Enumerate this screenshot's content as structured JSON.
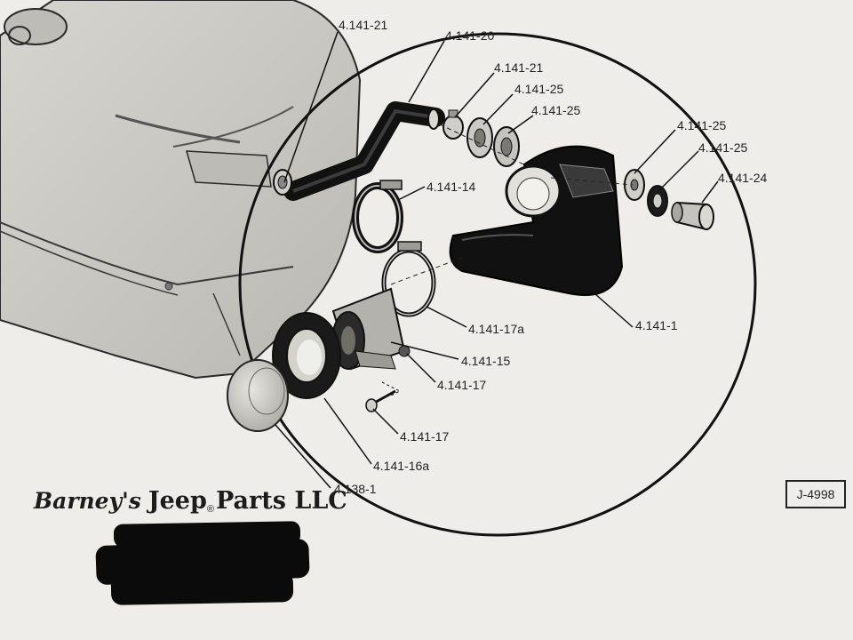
{
  "diagram": {
    "callouts": [
      {
        "id": "c1",
        "label": "4.141-21"
      },
      {
        "id": "c2",
        "label": "4.141-20"
      },
      {
        "id": "c3",
        "label": "4.141-21"
      },
      {
        "id": "c4",
        "label": "4.141-25"
      },
      {
        "id": "c5",
        "label": "4.141-25"
      },
      {
        "id": "c6",
        "label": "4.141-25"
      },
      {
        "id": "c7",
        "label": "4.141-25"
      },
      {
        "id": "c8",
        "label": "4.141-24"
      },
      {
        "id": "c9",
        "label": "4.141-14"
      },
      {
        "id": "c10",
        "label": "4.141-1"
      },
      {
        "id": "c11",
        "label": "4.141-17a"
      },
      {
        "id": "c12",
        "label": "4.141-15"
      },
      {
        "id": "c13",
        "label": "4.141-17"
      },
      {
        "id": "c14",
        "label": "4.141-17"
      },
      {
        "id": "c15",
        "label": "4.141-16a"
      },
      {
        "id": "c16",
        "label": "4.138-1"
      }
    ],
    "figure_id": "J-4998"
  },
  "footer": {
    "brand_part1": "Barney's",
    "brand_part2": "Jeep",
    "registered_mark": "®",
    "brand_part3": "Parts LLC"
  },
  "colors": {
    "paper": "#eeedea",
    "ink": "#1c1c1c",
    "tank_gray": "#c9c8c3",
    "redaction": "#0b0b0b"
  }
}
